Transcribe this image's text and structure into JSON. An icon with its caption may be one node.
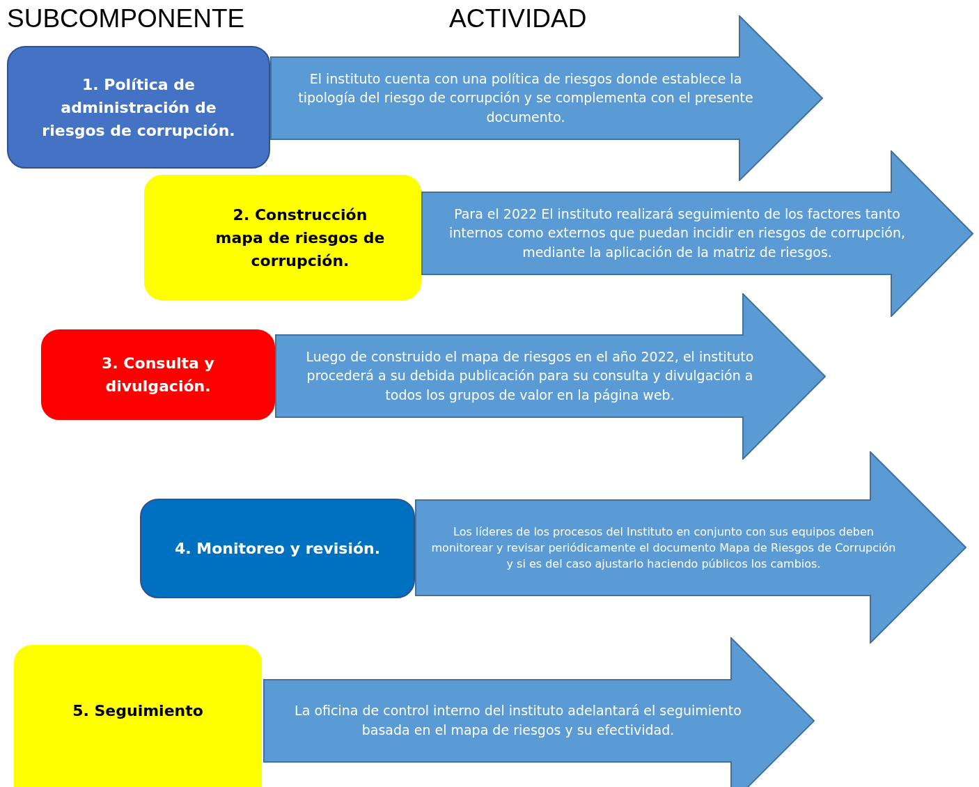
{
  "diagram": {
    "nodes": [
      {
        "text": [
          "1.  Política de administración de riesgos de corrupción."
        ]
      },
      {
        "text": [
          "El instituto cuenta con una política de riesgos donde establece la tipología del riesgo de corrupción y se complementa con el presente documento."
        ]
      },
      {
        "text": [
          "2. Construcción mapa de riesgos de corrupción."
        ]
      },
      {
        "text": [
          "Para el 2022 El instituto realizará seguimiento de los factores tanto internos como externos que puedan incidir en riesgos de corrupción, mediante la aplicación de la matriz de riesgos."
        ]
      },
      {
        "text": [
          "3. Consulta y divulgación."
        ]
      },
      {
        "text": [
          "Luego de construido el mapa de riesgos en el año 2022, el instituto procederá a su debida  publicación para su consulta y divulgación a todos los grupos de valor en la página web."
        ]
      },
      {
        "text": [
          "4. Monitoreo y revisión."
        ]
      },
      {
        "text": [
          "Los líderes de los procesos del Instituto en conjunto con sus equipos deben monitorear y revisar periódicamente el documento Mapa de Riesgos de Corrupción y si es del caso ajustarlo haciendo públicos los cambios."
        ]
      },
      {
        "text": [
          "5. Seguimiento"
        ]
      },
      {
        "text": [
          "La oficina de control interno del instituto adelantará el seguimiento basada en el mapa de riesgos y su efectividad."
        ]
      }
    ],
    "edges": [],
    "labels": [
      "SUBCOMPONENTE",
      "ACTIVIDAD"
    ]
  }
}
